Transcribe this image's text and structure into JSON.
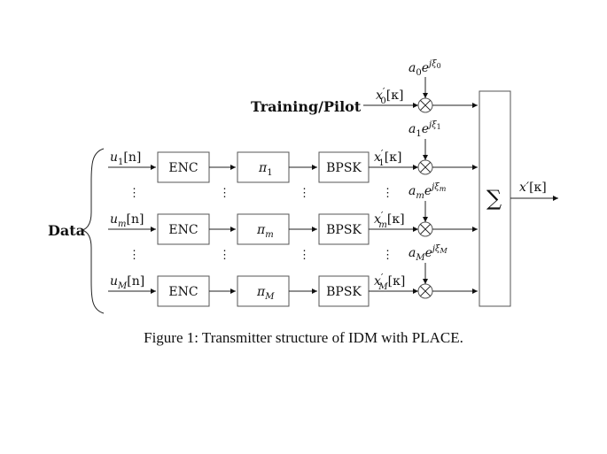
{
  "diagram": {
    "data_label": "Data",
    "training_label": "Training/Pilot",
    "sum_symbol": "∑",
    "output": {
      "base": "x",
      "prime": "′",
      "arg": "[κ]"
    },
    "inputs": [
      {
        "base": "u",
        "sub": "1",
        "arg": "[n]"
      },
      {
        "base": "u",
        "sub": "m",
        "arg": "[n]"
      },
      {
        "base": "u",
        "sub": "M",
        "arg": "[n]"
      }
    ],
    "enc_label": "ENC",
    "interleavers": [
      {
        "base": "π",
        "sub": "1"
      },
      {
        "base": "π",
        "sub": "m"
      },
      {
        "base": "π",
        "sub": "M"
      }
    ],
    "mod_label": "BPSK",
    "branch_signals": [
      {
        "base": "x",
        "prime": "′",
        "sub": "0",
        "arg": "[κ]"
      },
      {
        "base": "x",
        "prime": "′",
        "sub": "1",
        "arg": "[κ]"
      },
      {
        "base": "x",
        "prime": "′",
        "sub": "m",
        "arg": "[κ]"
      },
      {
        "base": "x",
        "prime": "′",
        "sub": "M",
        "arg": "[κ]"
      }
    ],
    "weights": [
      {
        "base": "a",
        "sub": "0",
        "exp": "e",
        "sup": "jξ",
        "supsub": "0"
      },
      {
        "base": "a",
        "sub": "1",
        "exp": "e",
        "sup": "jξ",
        "supsub": "1"
      },
      {
        "base": "a",
        "sub": "m",
        "exp": "e",
        "sup": "jξ",
        "supsub": "m"
      },
      {
        "base": "a",
        "sub": "M",
        "exp": "e",
        "sup": "jξ",
        "supsub": "M"
      }
    ],
    "dots": "⋮"
  },
  "caption": "Figure 1: Transmitter structure of IDM with PLACE."
}
